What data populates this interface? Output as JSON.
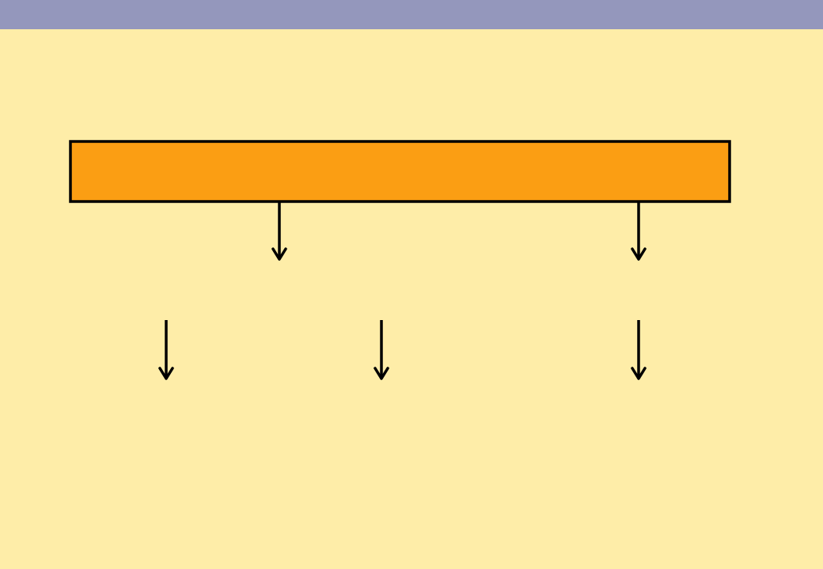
{
  "colors": {
    "header_band": "#9497BC",
    "background": "#FEEDA8",
    "box_fill": "#FB9E13",
    "stroke": "#000000"
  },
  "diagram": {
    "top_box": {
      "label": ""
    },
    "arrows": [
      {
        "name": "arrow-left-upper",
        "label": ""
      },
      {
        "name": "arrow-right-upper",
        "label": ""
      },
      {
        "name": "arrow-left-lower",
        "label": ""
      },
      {
        "name": "arrow-middle-lower",
        "label": ""
      },
      {
        "name": "arrow-right-lower",
        "label": ""
      }
    ]
  }
}
